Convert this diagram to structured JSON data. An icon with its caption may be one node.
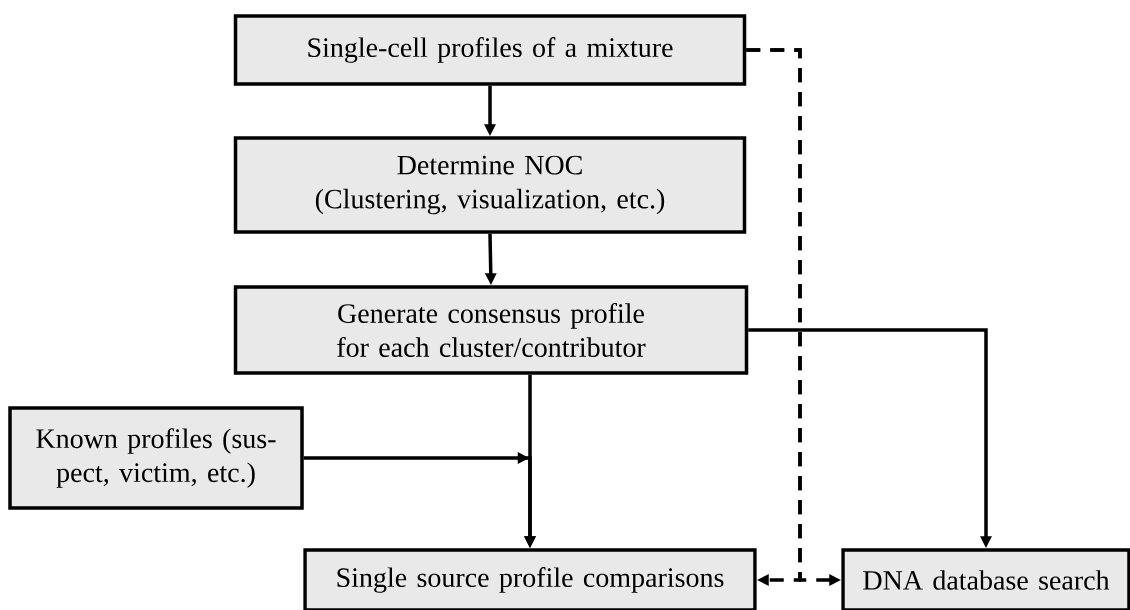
{
  "diagram": {
    "nodes": [
      {
        "text": [
          "Single-cell profiles of a mixture"
        ]
      },
      {
        "text": [
          "Determine NOC",
          "(Clustering, visualization, etc.)"
        ]
      },
      {
        "text": [
          "Generate consensus profile for each cluster/contributor"
        ]
      },
      {
        "text": [
          "Known profiles (sus- pect, victim, etc.)"
        ]
      },
      {
        "text": [
          "Single source profile comparisons"
        ]
      },
      {
        "text": [
          "DNA database search"
        ]
      }
    ],
    "edges": [
      {
        "from": 0,
        "to": 1,
        "arrow": "to"
      },
      {
        "from": 1,
        "to": 2,
        "arrow": "to"
      },
      {
        "from": 2,
        "to": 4,
        "arrow": "to"
      },
      {
        "from": 3,
        "to": 4,
        "arrow": "to"
      },
      {
        "from": 2,
        "to": 5,
        "arrow": "to"
      },
      {
        "from": 0,
        "to": 4,
        "arrow": "to",
        "style": "dashed"
      },
      {
        "from": 0,
        "to": 5,
        "arrow": "to",
        "style": "dashed"
      }
    ]
  }
}
